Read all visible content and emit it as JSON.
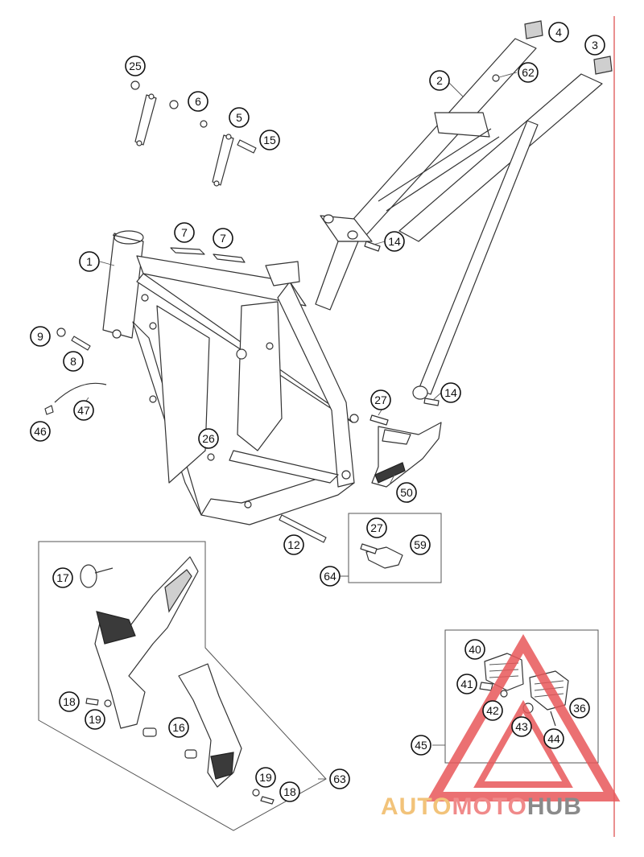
{
  "callouts": {
    "c1": "1",
    "c2": "2",
    "c3": "3",
    "c4": "4",
    "c5": "5",
    "c6": "6",
    "c7a": "7",
    "c7b": "7",
    "c8": "8",
    "c9": "9",
    "c12": "12",
    "c14a": "14",
    "c14b": "14",
    "c15": "15",
    "c16": "16",
    "c17": "17",
    "c18a": "18",
    "c18b": "18",
    "c19a": "19",
    "c19b": "19",
    "c25": "25",
    "c26": "26",
    "c27a": "27",
    "c27b": "27",
    "c36": "36",
    "c40": "40",
    "c41": "41",
    "c42": "42",
    "c43": "43",
    "c44": "44",
    "c45": "45",
    "c46": "46",
    "c47": "47",
    "c50": "50",
    "c59": "59",
    "c62": "62",
    "c63": "63",
    "c64": "64"
  },
  "watermark": {
    "part1": "AUTO",
    "part2": "MOTO",
    "part3": "HUB",
    "color_auto": "#f2c37a",
    "color_moto": "#f08a8a",
    "color_hub": "#8a8a8a",
    "color_triangle": "#e8585a"
  },
  "colors": {
    "line": "#333333",
    "right_rule": "#e06060"
  }
}
